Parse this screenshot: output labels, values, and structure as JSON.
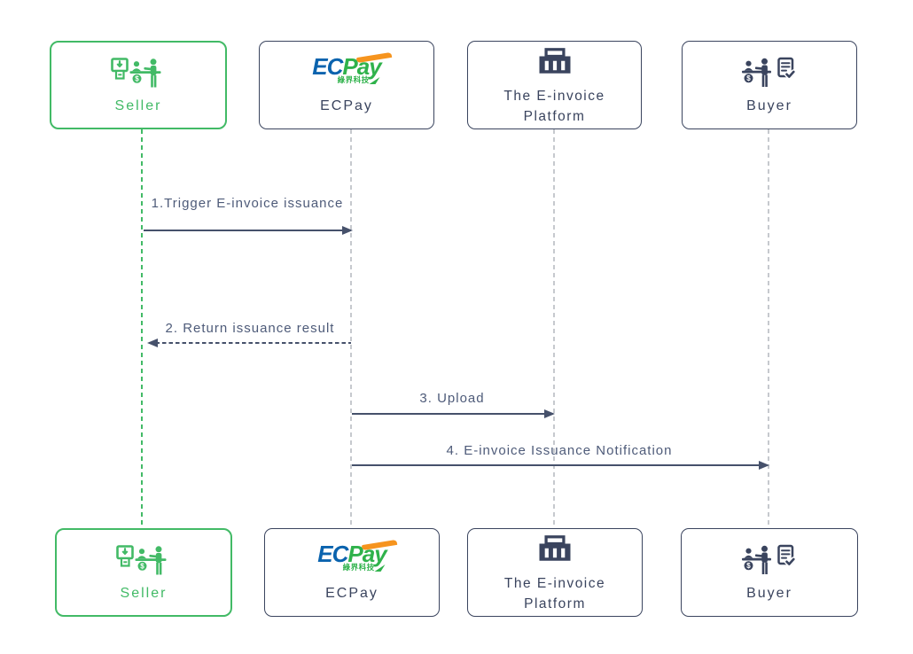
{
  "diagram": {
    "background": "#ffffff",
    "colors": {
      "seller_green": "#42ba66",
      "navy": "#3a445e",
      "arrow": "#46516b",
      "message_label": "#4e5b79",
      "lifeline_gray": "#c6c9ce",
      "ecpay_blue": "#0a63ae",
      "ecpay_green": "#2fb24b",
      "ecpay_orange": "#f6941e"
    },
    "actors": [
      {
        "id": "seller",
        "label": "Seller",
        "icon": "pos-printer-counter-icon",
        "accent": "green"
      },
      {
        "id": "ecpay",
        "label": "ECPay",
        "icon": "ecpay-logo",
        "logo": {
          "ec": "EC",
          "pay": "Pay",
          "subtext": "綠界科技"
        }
      },
      {
        "id": "platform",
        "label": "The E-invoice Platform",
        "icon": "bank-building-icon"
      },
      {
        "id": "buyer",
        "label": "Buyer",
        "icon": "counter-invoice-check-icon"
      }
    ],
    "messages": [
      {
        "label": "1.Trigger E-invoice issuance",
        "from": "seller",
        "to": "ecpay",
        "line": "solid",
        "direction": "right"
      },
      {
        "label": "2. Return issuance result",
        "from": "ecpay",
        "to": "seller",
        "line": "dashed",
        "direction": "left"
      },
      {
        "label": "3. Upload",
        "from": "ecpay",
        "to": "platform",
        "line": "solid",
        "direction": "right"
      },
      {
        "label": "4. E-invoice Issuance Notification",
        "from": "ecpay",
        "to": "buyer",
        "line": "solid",
        "direction": "right"
      }
    ],
    "coin_symbol": "$"
  }
}
